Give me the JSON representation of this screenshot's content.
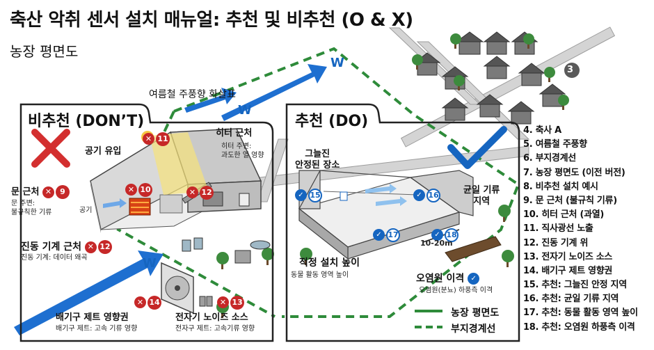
{
  "header": {
    "title": "축산 악취 센서 설치 매뉴얼: 추천 및 비추천 (O & X)",
    "subtitle": "농장 평면도"
  },
  "top": {
    "summer_wind_label": "여름철 주풍향 화살표",
    "wind_letter": "W",
    "area3_badge": "3"
  },
  "dont_panel": {
    "title": "비추천 (DON’T)",
    "intake_label": "공기 유입",
    "heater_label": "히터 근처",
    "heater_sub": "히터 주변:\n과도한 열 영향",
    "door_label": "문 근처",
    "door_sub": "문 주변:\n불규칙한 기류",
    "air_word": "공기",
    "vibration_label": "진동 기계 근처",
    "vibration_sub": "진동 기계: 데이터 왜곡",
    "exhaust_label": "배기구 제트 영향권",
    "exhaust_sub": "배기구 제트: 고속 기류 영향",
    "electronic_label": "전자기 노이즈 소스",
    "electronic_sub": "전자구 제트: 고속기류 영향",
    "badges": {
      "b9": "9",
      "b10": "10",
      "b11": "11",
      "b12a": "12",
      "b12b": "12",
      "b13": "13",
      "b14": "14"
    }
  },
  "do_panel": {
    "title": "추천 (DO)",
    "shade_label": "그늘진\n안정된 장소",
    "even_label": "균일 기류\n지역",
    "height_label": "적정 설치 높이",
    "height_sub": "동물 활동 영역 높이",
    "source_label": "오염원 이격",
    "source_sub": "오염원(분뇨) 하풍측 이격",
    "distance_label": "10-20m",
    "badges": {
      "b15": "15",
      "b16": "16",
      "b17": "17",
      "b18": "18"
    }
  },
  "legend_items": [
    "4. 축사 A",
    "5. 여름철 주풍향",
    "6. 부지경계선",
    "7. 농장 평면도 (이전 버전)",
    "8. 비추천 설치 예시",
    "9. 문 근처 (불규칙 기류)",
    "10. 히터 근처 (과열)",
    "11. 직사광선 노출",
    "12. 진동 기계 위",
    "13. 전자기 노이즈 소스",
    "14. 배기구 제트 영향권",
    "15. 추천: 그늘진 안정 지역",
    "16. 추천: 균일 기류 지역",
    "17. 추천: 동물 활동 영역 높이",
    "18. 추천: 오염원 하풍측 이격"
  ],
  "line_legend": {
    "plan_label": "농장 평면도",
    "boundary_label": "부지경계선"
  },
  "colors": {
    "dont_red": "#c62828",
    "do_blue": "#1565c0",
    "boundary_green": "#2e8b3a",
    "wind_arrow": "#1e6fd0"
  },
  "icons": [
    "x-mark-icon",
    "check-mark-icon",
    "wind-arrow-icon",
    "tree-icon",
    "house-icon",
    "exhaust-fan-icon",
    "heater-icon",
    "manure-pile-icon"
  ]
}
